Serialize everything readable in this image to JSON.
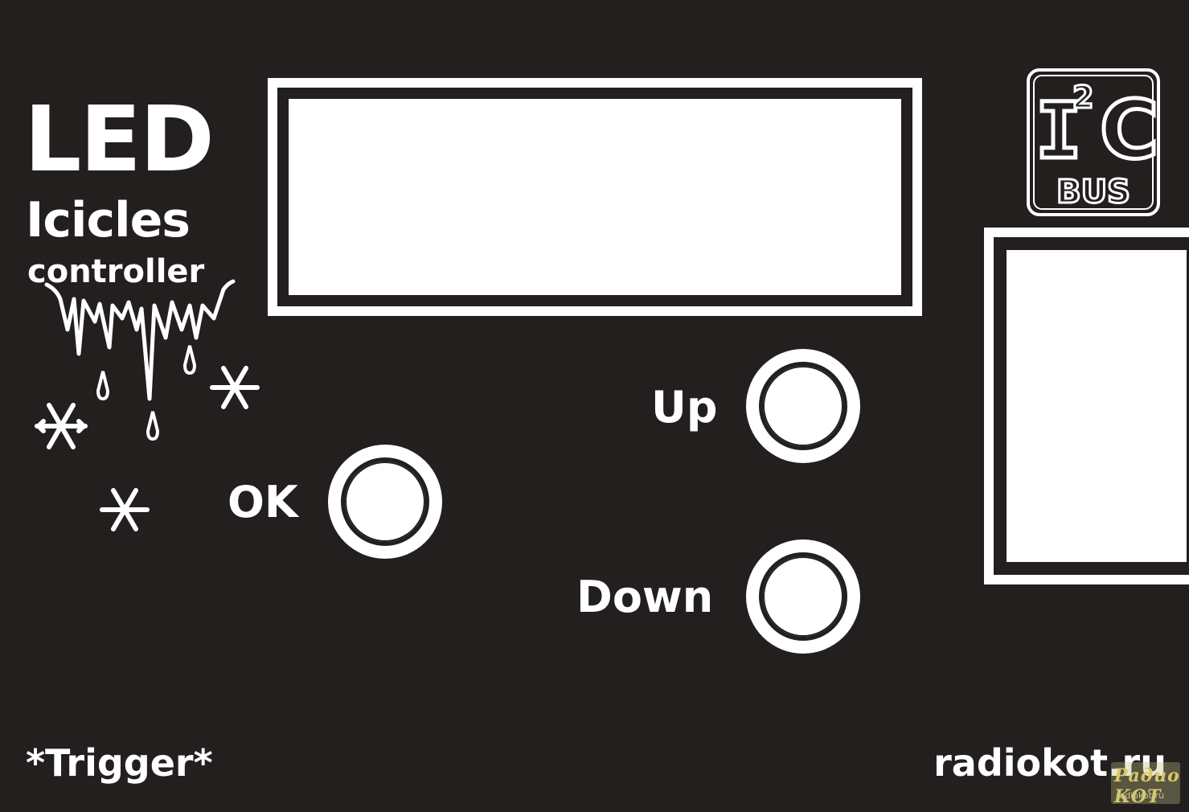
{
  "branding": {
    "title_line1": "LED",
    "title_line2": "Icicles",
    "title_line3": "controller"
  },
  "bus_logo": {
    "chip": "I",
    "superscript": "2",
    "letter": "C",
    "sub": "BUS"
  },
  "buttons": {
    "ok_label": "OK",
    "up_label": "Up",
    "down_label": "Down"
  },
  "footer": {
    "left_text": "*Trigger*",
    "right_text": "radiokot.ru"
  },
  "watermark": {
    "top_text": "Радио КОТ",
    "bottom_text": "radiokot.ru"
  },
  "colors": {
    "background": "#231f1e",
    "foreground": "#ffffff"
  }
}
